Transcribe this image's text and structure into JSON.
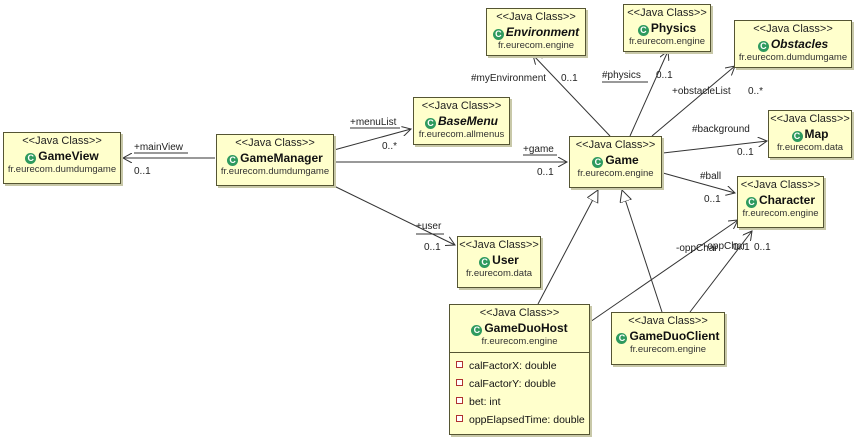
{
  "stereotype": "<<Java Class>>",
  "class_icon": "class-c-icon",
  "colors": {
    "class_fill": "#ffffcc",
    "class_border": "#555533",
    "icon": "#2e9a5e"
  },
  "classes": {
    "environment": {
      "name": "Environment",
      "package": "fr.eurecom.engine",
      "abstract": true
    },
    "physics": {
      "name": "Physics",
      "package": "fr.eurecom.engine"
    },
    "obstacles": {
      "name": "Obstacles",
      "package": "fr.eurecom.dumdumgame",
      "abstract": true
    },
    "basemenu": {
      "name": "BaseMenu",
      "package": "fr.eurecom.allmenus",
      "abstract": true
    },
    "map": {
      "name": "Map",
      "package": "fr.eurecom.data"
    },
    "gameview": {
      "name": "GameView",
      "package": "fr.eurecom.dumdumgame"
    },
    "gamemanager": {
      "name": "GameManager",
      "package": "fr.eurecom.dumdumgame"
    },
    "game": {
      "name": "Game",
      "package": "fr.eurecom.engine"
    },
    "character": {
      "name": "Character",
      "package": "fr.eurecom.engine"
    },
    "user": {
      "name": "User",
      "package": "fr.eurecom.data"
    },
    "gameduohost": {
      "name": "GameDuoHost",
      "package": "fr.eurecom.engine",
      "attributes": [
        "calFactorX: double",
        "calFactorY: double",
        "bet: int",
        "oppElapsedTime: double"
      ]
    },
    "gameduoclient": {
      "name": "GameDuoClient",
      "package": "fr.eurecom.engine"
    }
  },
  "associations": {
    "myEnvironment": {
      "role": "#myEnvironment",
      "mult": "0..1"
    },
    "physics": {
      "role": "#physics",
      "mult": "0..1"
    },
    "obstacleList": {
      "role": "+obstacleList",
      "mult": "0..*"
    },
    "menuList": {
      "role": "+menuList",
      "mult": "0..*"
    },
    "background": {
      "role": "#background",
      "mult": "0..1"
    },
    "mainView": {
      "role": "+mainView",
      "mult": "0..1"
    },
    "game": {
      "role": "+game",
      "mult": "0..1"
    },
    "ball": {
      "role": "#ball",
      "mult": "0..1"
    },
    "user": {
      "role": "+user",
      "mult": "0..1"
    },
    "oppChar": {
      "role": "-oppChar",
      "mult": "0..1"
    },
    "oppChar2": {
      "role": "-oppChar",
      "mult": "0..1"
    }
  }
}
